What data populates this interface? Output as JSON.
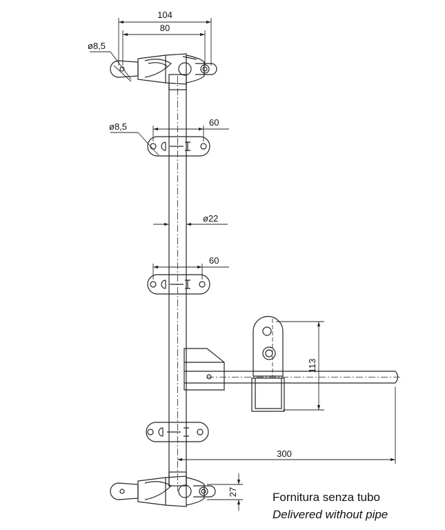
{
  "dimensions": {
    "top_width": "104",
    "top_hole_spacing": "80",
    "top_hole_diameter": "ø8,5",
    "guide_hole_diameter": "ø8,5",
    "upper_guide_width": "60",
    "pipe_diameter": "ø22",
    "middle_guide_width": "60",
    "bracket_height": "113",
    "handle_length": "300",
    "bottom_height": "27"
  },
  "captions": {
    "italian": "Fornitura senza tubo",
    "english": "Delivered without pipe"
  },
  "colors": {
    "line": "#222222",
    "background": "#ffffff"
  }
}
